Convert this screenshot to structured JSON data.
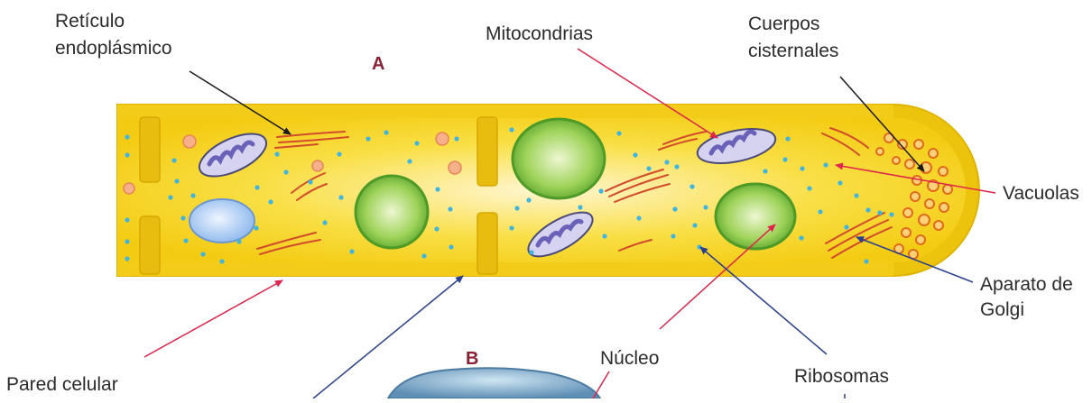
{
  "panels": {
    "a": "A",
    "b": "B"
  },
  "labels": {
    "reticulo_line1": "Retículo",
    "reticulo_line2": "endoplásmico",
    "mitocondrias": "Mitocondrias",
    "cuerpos_line1": "Cuerpos",
    "cuerpos_line2": "cisternales",
    "vacuolas": "Vacuolas",
    "aparato_line1": "Aparato de",
    "aparato_line2": "Golgi",
    "pared_celular": "Pared celular",
    "nucleo": "Núcleo",
    "ribosomas": "Ribosomas"
  },
  "colors": {
    "cytoplasm": "#f7d51b",
    "wall_edge": "#e7b800",
    "nucleus": "#6bbf3a",
    "mitochondria": "#c9c6ea",
    "vacuole": "#9fc4f0",
    "ribosome": "#3fb5e0",
    "red_arrow": "#e0244c",
    "blue_arrow": "#2a3f8f",
    "panel_letter": "#8a2034"
  }
}
